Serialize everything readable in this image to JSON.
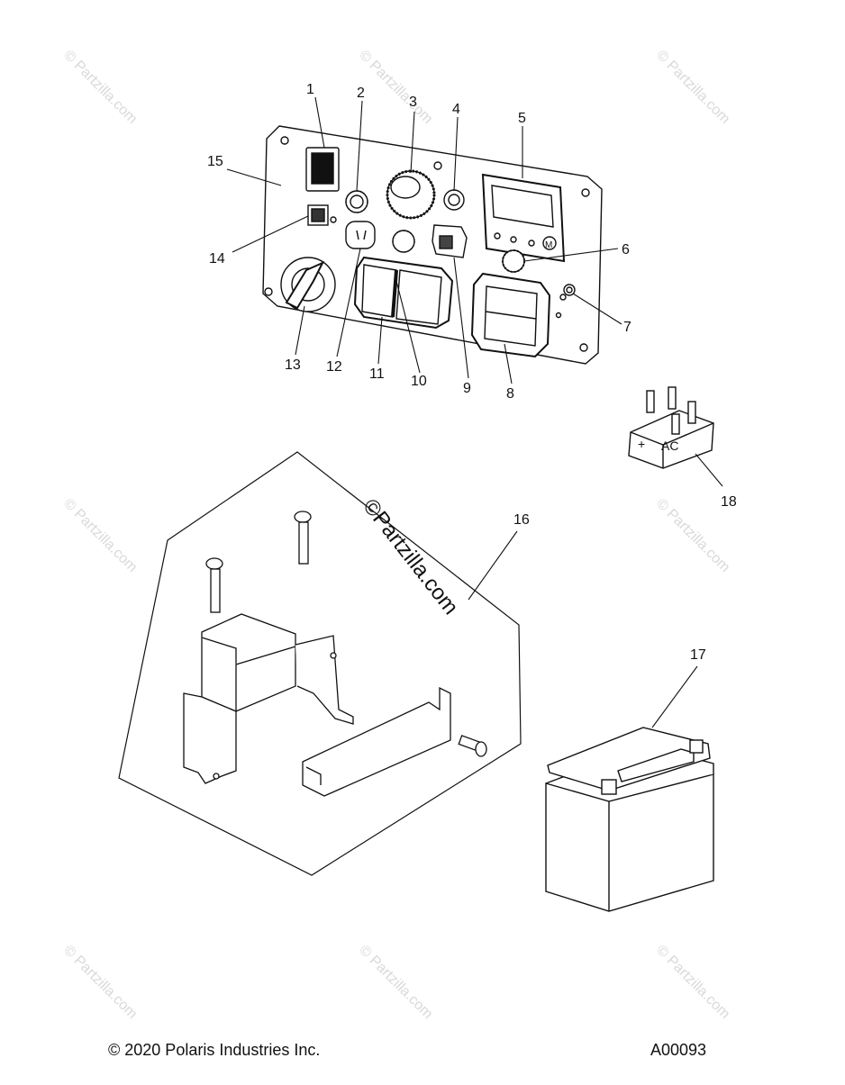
{
  "callouts": [
    "1",
    "2",
    "3",
    "4",
    "5",
    "6",
    "7",
    "8",
    "9",
    "10",
    "11",
    "12",
    "13",
    "14",
    "15",
    "16",
    "17",
    "18"
  ],
  "rectifier_labels": {
    "plus": "+",
    "ac": "AC"
  },
  "panel_button_label": "M",
  "watermark": "© Partzilla.com",
  "center_watermark": "©Partzilla.com",
  "footer": {
    "copyright": "© 2020 Polaris Industries Inc.",
    "diagram_id": "A00093"
  }
}
